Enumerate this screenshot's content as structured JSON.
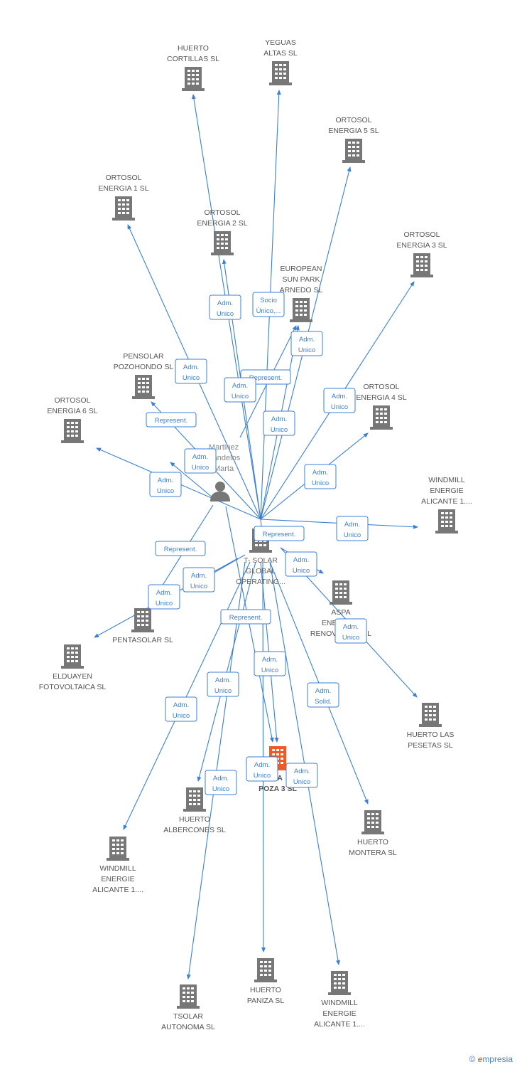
{
  "brand": {
    "copyright": "©",
    "initial": "e",
    "rest": "mpresia"
  },
  "person": {
    "lines": [
      "Martinez",
      "Candelos",
      "Marta"
    ]
  },
  "companies": [
    {
      "id": "tsolar",
      "lines": [
        "T- SOLAR",
        "GLOBAL",
        "OPERATING..."
      ],
      "kind": "main"
    },
    {
      "id": "focus",
      "lines": [
        "LA",
        "POZA 3 SL"
      ],
      "kind": "focus"
    },
    {
      "id": "cortillas",
      "lines": [
        "HUERTO",
        "CORTILLAS SL"
      ]
    },
    {
      "id": "yeguas",
      "lines": [
        "YEGUAS",
        "ALTAS SL"
      ]
    },
    {
      "id": "orto5",
      "lines": [
        "ORTOSOL",
        "ENERGIA 5 SL"
      ]
    },
    {
      "id": "orto1",
      "lines": [
        "ORTOSOL",
        "ENERGIA 1 SL"
      ]
    },
    {
      "id": "orto2",
      "lines": [
        "ORTOSOL",
        "ENERGIA 2 SL"
      ]
    },
    {
      "id": "orto3",
      "lines": [
        "ORTOSOL",
        "ENERGIA 3 SL"
      ]
    },
    {
      "id": "european",
      "lines": [
        "EUROPEAN",
        "SUN PARK",
        "ARNEDO SL"
      ]
    },
    {
      "id": "pensolar",
      "lines": [
        "PENSOLAR",
        "POZOHONDO SL"
      ]
    },
    {
      "id": "orto6",
      "lines": [
        "ORTOSOL",
        "ENERGIA 6 SL"
      ]
    },
    {
      "id": "orto4",
      "lines": [
        "ORTOSOL",
        "ENERGIA 4 SL"
      ]
    },
    {
      "id": "windmill_r",
      "lines": [
        "WINDMILL",
        "ENERGIE",
        "ALICANTE 1...."
      ]
    },
    {
      "id": "aspa",
      "lines": [
        "ASPA",
        "ENERGIAS",
        "RENOVABLES SL"
      ]
    },
    {
      "id": "pentasolar",
      "lines": [
        "PENTASOLAR SL"
      ]
    },
    {
      "id": "elduayen",
      "lines": [
        "ELDUAYEN",
        "FOTOVOLTAICA SL"
      ]
    },
    {
      "id": "pesetas",
      "lines": [
        "HUERTO LAS",
        "PESETAS SL"
      ]
    },
    {
      "id": "montera",
      "lines": [
        "HUERTO",
        "MONTERA SL"
      ]
    },
    {
      "id": "albercones",
      "lines": [
        "HUERTO",
        "ALBERCONES SL"
      ]
    },
    {
      "id": "windmill_l",
      "lines": [
        "WINDMILL",
        "ENERGIE",
        "ALICANTE 1...."
      ]
    },
    {
      "id": "paniza",
      "lines": [
        "HUERTO",
        "PANIZA SL"
      ]
    },
    {
      "id": "windmill_b",
      "lines": [
        "WINDMILL",
        "ENERGIE",
        "ALICANTE 1...."
      ]
    },
    {
      "id": "autonoma",
      "lines": [
        "TSOLAR",
        "AUTONOMA  SL"
      ]
    }
  ],
  "edge_labels": [
    {
      "id": "e_orto2",
      "lines": [
        "Adm.",
        "Unico"
      ]
    },
    {
      "id": "e_socio",
      "lines": [
        "Socio",
        "Único,..."
      ]
    },
    {
      "id": "e_euro",
      "lines": [
        "Adm.",
        "Unico"
      ]
    },
    {
      "id": "e_pens",
      "lines": [
        "Adm.",
        "Unico"
      ]
    },
    {
      "id": "e_rep1",
      "lines": [
        "Represent."
      ]
    },
    {
      "id": "e_adm_c",
      "lines": [
        "Adm.",
        "Unico"
      ]
    },
    {
      "id": "e_orto4",
      "lines": [
        "Adm.",
        "Unico"
      ]
    },
    {
      "id": "e_rep_pens",
      "lines": [
        "Represent."
      ]
    },
    {
      "id": "e_adm_y",
      "lines": [
        "Adm.",
        "Unico"
      ]
    },
    {
      "id": "e_person",
      "lines": [
        "Adm.",
        "Unico"
      ]
    },
    {
      "id": "e_orto4b",
      "lines": [
        "Adm.",
        "Unico"
      ]
    },
    {
      "id": "e_orto6",
      "lines": [
        "Adm.",
        "Unico"
      ]
    },
    {
      "id": "e_wind_r",
      "lines": [
        "Adm.",
        "Unico"
      ]
    },
    {
      "id": "e_rep_main",
      "lines": [
        "Represent."
      ]
    },
    {
      "id": "e_rep_left",
      "lines": [
        "Represent."
      ]
    },
    {
      "id": "e_aspa",
      "lines": [
        "Adm.",
        "Unico"
      ]
    },
    {
      "id": "e_penta",
      "lines": [
        "Adm.",
        "Unico"
      ]
    },
    {
      "id": "e_eld",
      "lines": [
        "Adm.",
        "Unico"
      ]
    },
    {
      "id": "e_rep_bot",
      "lines": [
        "Represent."
      ]
    },
    {
      "id": "e_pesetas",
      "lines": [
        "Adm.",
        "Unico"
      ]
    },
    {
      "id": "e_focus",
      "lines": [
        "Adm.",
        "Unico"
      ]
    },
    {
      "id": "e_alb",
      "lines": [
        "Adm.",
        "Unico"
      ]
    },
    {
      "id": "e_solid",
      "lines": [
        "Adm.",
        "Solid."
      ]
    },
    {
      "id": "e_wind_l",
      "lines": [
        "Adm.",
        "Unico"
      ]
    },
    {
      "id": "e_auto",
      "lines": [
        "Adm.",
        "Unico"
      ]
    },
    {
      "id": "e_focus2",
      "lines": [
        "Adm.",
        "Unico"
      ]
    },
    {
      "id": "e_wind_b",
      "lines": [
        "Adm.",
        "Unico"
      ]
    }
  ]
}
